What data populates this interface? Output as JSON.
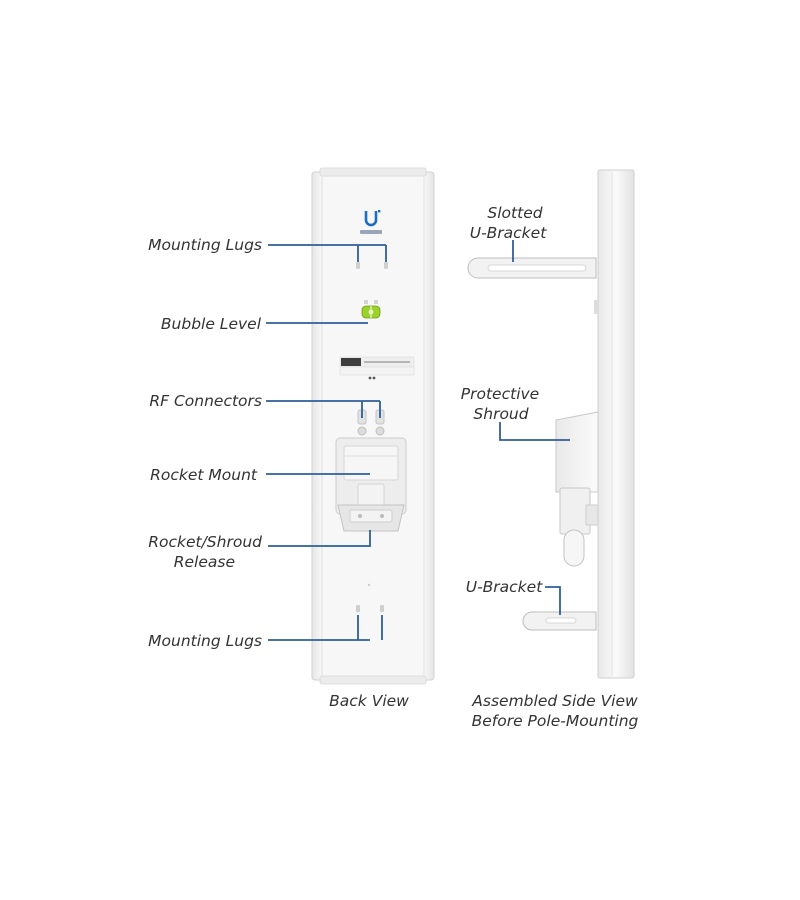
{
  "back_view": {
    "labels": {
      "mounting_lugs_top": "Mounting Lugs",
      "bubble_level": "Bubble Level",
      "rf_connectors": "RF Connectors",
      "rocket_mount": "Rocket Mount",
      "release_line1": "Rocket/Shroud",
      "release_line2": "Release",
      "mounting_lugs_bottom": "Mounting Lugs"
    },
    "caption": "Back View"
  },
  "side_view": {
    "labels": {
      "slotted_line1": "Slotted",
      "slotted_line2": "U-Bracket",
      "shroud_line1": "Protective",
      "shroud_line2": "Shroud",
      "u_bracket": "U-Bracket"
    },
    "caption_line1": "Assembled Side View",
    "caption_line2": "Before Pole-Mounting"
  },
  "colors": {
    "leader": "#2f5f9a",
    "brand_blue": "#1a6fc4",
    "bubble_green": "#9bd22b",
    "panel": "#f4f4f4"
  }
}
